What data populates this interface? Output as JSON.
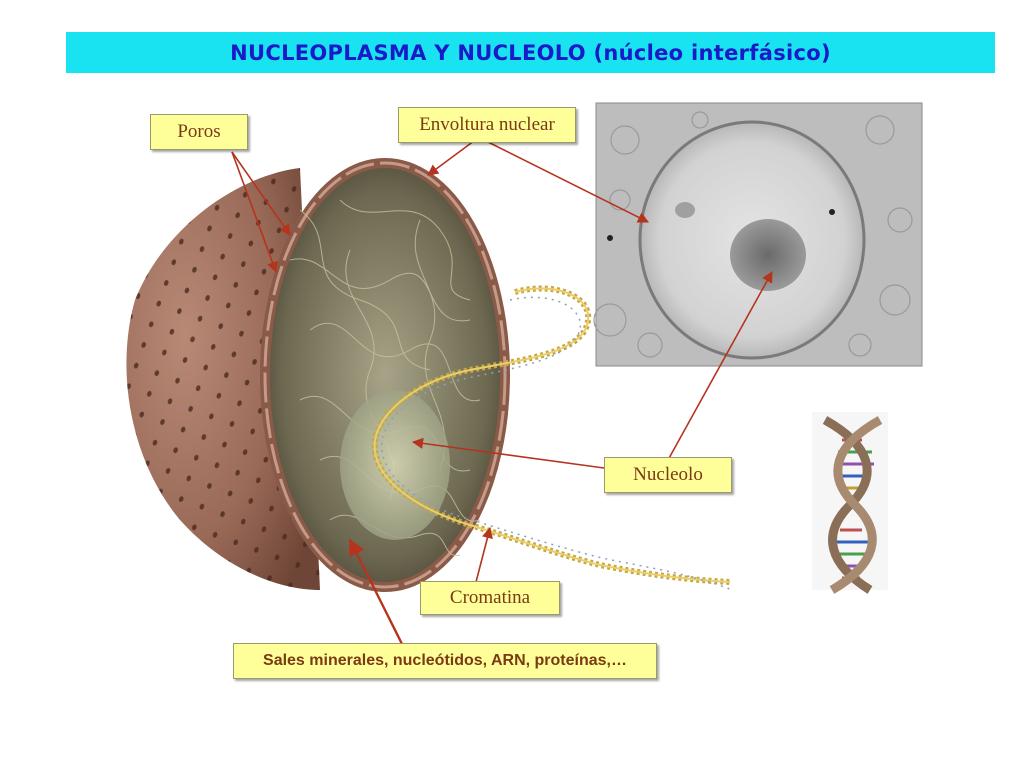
{
  "title": "NUCLEOPLASMA Y NUCLEOLO (núcleo interfásico)",
  "labels": {
    "poros": "Poros",
    "envoltura": "Envoltura nuclear",
    "nucleolo": "Nucleolo",
    "cromatina": "Cromatina",
    "sales": "Sales minerales, nucleótidos, ARN, proteínas,…"
  },
  "colors": {
    "title_bar": "#19e3f0",
    "title_text": "#1a1ac8",
    "label_fill": "#ffff99",
    "label_text": "#7a3a14",
    "arrow": "#b5341e",
    "nucleus_shell": "#9a6a58"
  },
  "icons": [
    "nucleus-illustration",
    "micrograph-image",
    "dna-double-helix-icon"
  ]
}
